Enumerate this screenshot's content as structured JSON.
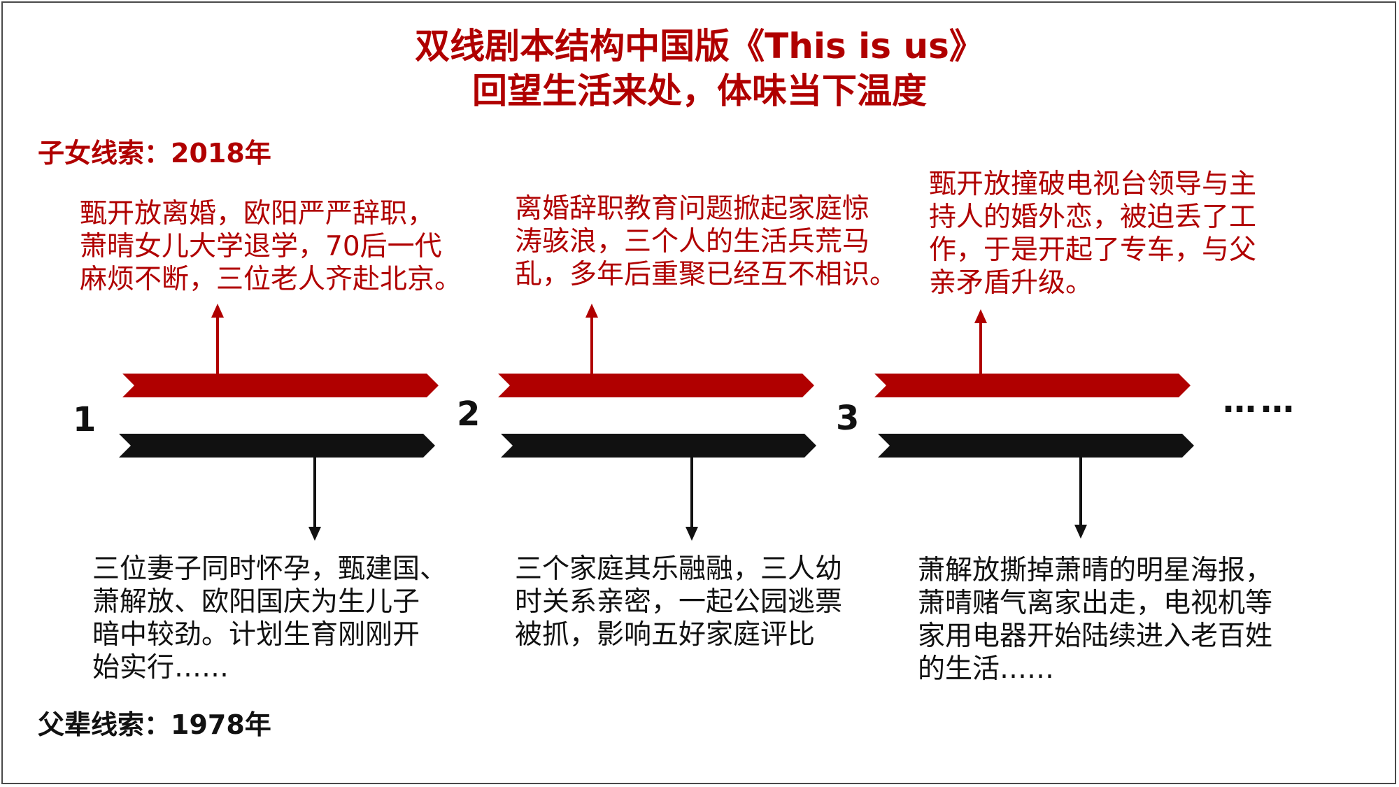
{
  "title": {
    "line1": "双线剧本结构中国版《This is us》",
    "line2": "回望生活来处，体味当下温度"
  },
  "child_label": "子女线索：2018年",
  "parent_label": "父辈线索：1978年",
  "steps": [
    {
      "number": "1",
      "child_text": [
        "甄开放离婚，欧阳严严辞职，",
        "萧晴女儿大学退学，70后一代",
        "麻烦不断，三位老人齐赴北京。"
      ],
      "parent_text": [
        "三位妻子同时怀孕，甄建国、",
        "萧解放、欧阳国庆为生儿子",
        "暗中较劲。计划生育刚刚开",
        "始实行……"
      ]
    },
    {
      "number": "2",
      "child_text": [
        "离婚辞职教育问题掀起家庭惊",
        "涛骇浪，三个人的生活兵荒马",
        "乱，多年后重聚已经互不相识。"
      ],
      "parent_text": [
        "三个家庭其乐融融，三人幼",
        "时关系亲密，一起公园逃票",
        "被抓，影响五好家庭评比"
      ]
    },
    {
      "number": "3",
      "child_text": [
        "甄开放撞破电视台领导与主",
        "持人的婚外恋，被迫丢了工",
        "作，于是开起了专车，与父",
        "亲矛盾升级。"
      ],
      "parent_text": [
        "萧解放撕掉萧晴的明星海报，",
        "萧晴赌气离家出走，电视机等",
        "家用电器开始陆续进入老百姓",
        "的生活……"
      ]
    }
  ],
  "ellipsis": "……",
  "colors": {
    "child": "#b00000",
    "parent": "#111111",
    "background": "#ffffff"
  }
}
